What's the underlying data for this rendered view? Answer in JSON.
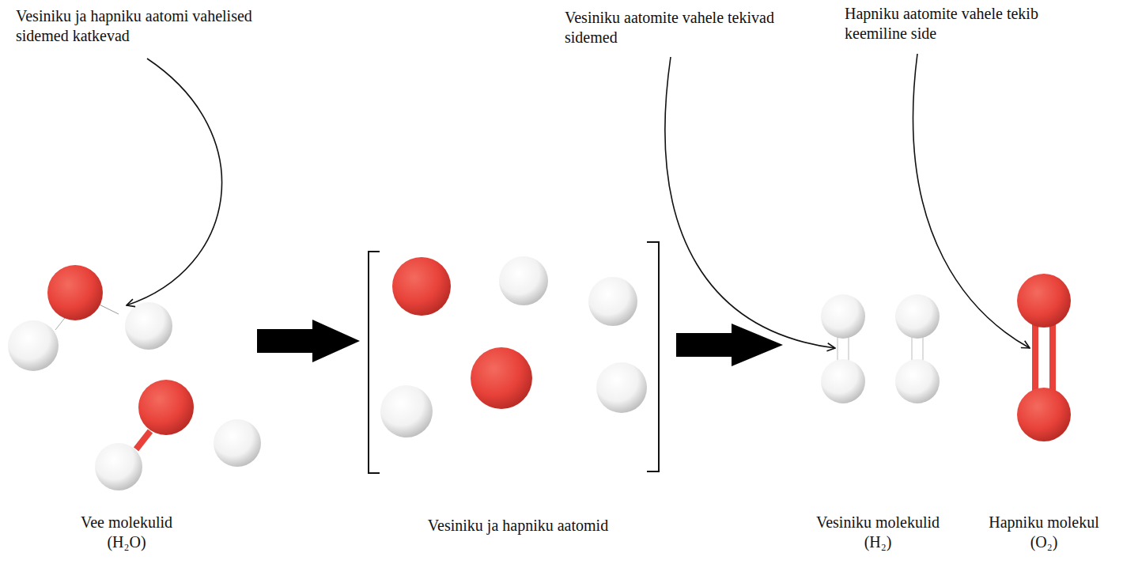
{
  "diagram": {
    "labels": [
      "Vesiniku ja hapniku aatomi vahelised sidemed katkevad",
      "Vesiniku aatomite vahele tekivad sidemed",
      "Hapniku aatomite vahele tekib keemiline side",
      "Vee molekulid (H₂O)",
      "Vesiniku ja hapniku aatomid",
      "Vesiniku molekulid (H₂)",
      "Hapniku molekul (O₂)"
    ]
  }
}
